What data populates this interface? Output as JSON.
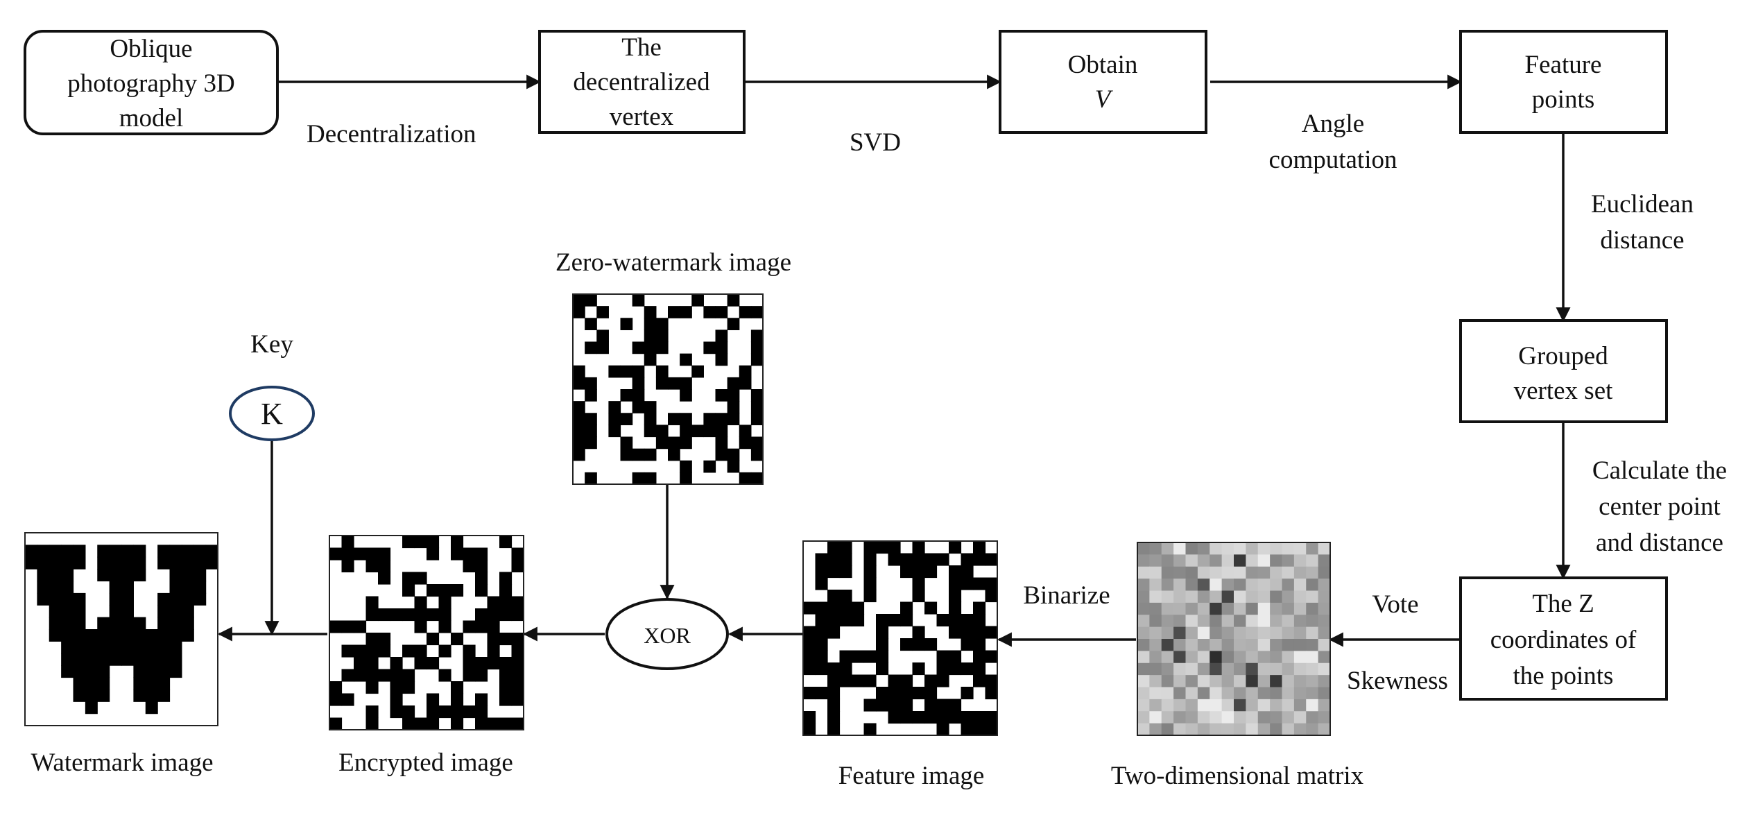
{
  "nodes": {
    "oblique_model": [
      "Oblique",
      "photography 3D",
      "model"
    ],
    "decentralized_vertex": [
      "The",
      "decentralized",
      "vertex"
    ],
    "obtain_v": [
      "Obtain",
      "V"
    ],
    "feature_points": [
      "Feature",
      "points"
    ],
    "grouped_vertex": [
      "Grouped",
      "vertex set"
    ],
    "z_coords": [
      "The Z",
      "coordinates of",
      "the points"
    ],
    "xor": "XOR",
    "key_symbol": "K"
  },
  "edge_labels": {
    "decentralization": "Decentralization",
    "svd": "SVD",
    "angle": [
      "Angle",
      "computation"
    ],
    "euclidean": [
      "Euclidean",
      "distance"
    ],
    "center": [
      "Calculate the",
      "center point",
      "and distance"
    ],
    "vote": "Vote",
    "skewness": "Skewness",
    "binarize": "Binarize"
  },
  "captions": {
    "zero_watermark": "Zero-watermark image",
    "key": "Key",
    "watermark": "Watermark image",
    "encrypted": "Encrypted image",
    "feature_image": "Feature image",
    "matrix": "Two-dimensional matrix"
  },
  "colors": {
    "stroke": "#111111",
    "key_circle": "#1f3b63"
  },
  "icons": {
    "arrowhead": "arrow-right-icon"
  }
}
